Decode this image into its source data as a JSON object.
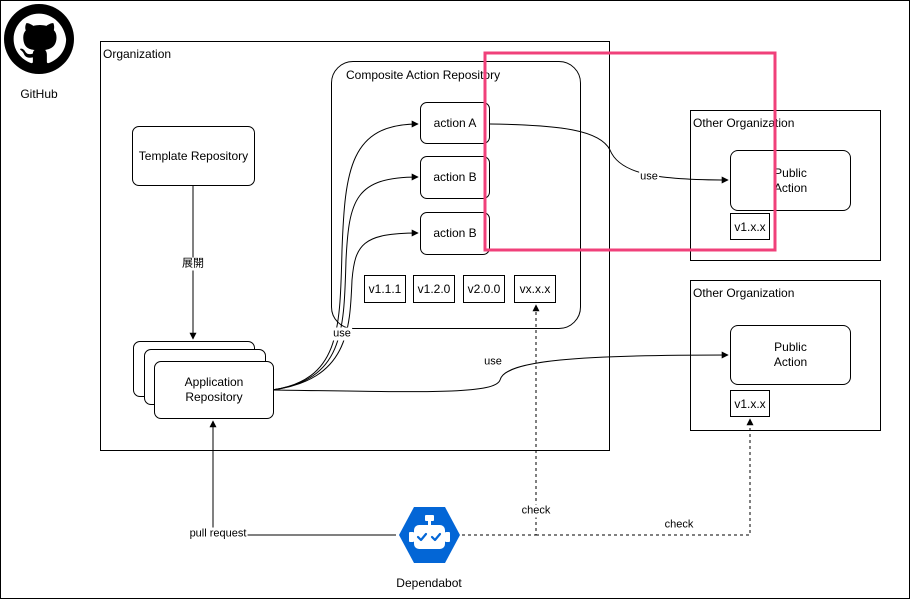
{
  "github": {
    "label": "GitHub"
  },
  "organization": {
    "label": "Organization",
    "template_repo": "Template Repository",
    "deploy_label": "展開",
    "app_repo_line1": "Application",
    "app_repo_line2": "Repository",
    "use_label_composite": "use",
    "use_label_other": "use"
  },
  "composite": {
    "label": "Composite Action Repository",
    "actions": [
      "action A",
      "action B",
      "action B"
    ],
    "versions": [
      "v1.1.1",
      "v1.2.0",
      "v2.0.0",
      "vx.x.x"
    ]
  },
  "other_org_1": {
    "label": "Other Organization",
    "public_line1": "Public",
    "public_line2": "Action",
    "version": "v1.x.x",
    "use_label": "use"
  },
  "other_org_2": {
    "label": "Other Organization",
    "public_line1": "Public",
    "public_line2": "Action",
    "version": "v1.x.x"
  },
  "dependabot": {
    "label": "Dependabot",
    "pull_request_label": "pull request",
    "check_label_1": "check",
    "check_label_2": "check"
  },
  "colors": {
    "highlight": "#f0407a",
    "dependabot_blue": "#0366d6"
  }
}
